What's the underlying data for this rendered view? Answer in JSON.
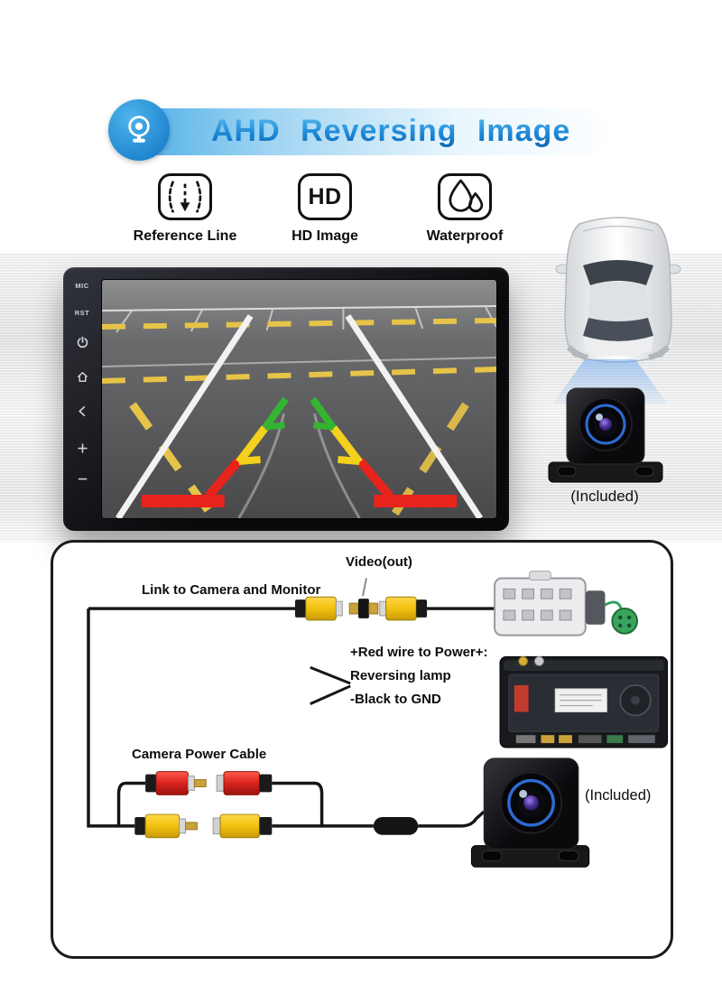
{
  "banner": {
    "title": "AHD Reversing Image"
  },
  "features": [
    {
      "label": "Reference Line"
    },
    {
      "label": "HD Image",
      "icon_text": "HD"
    },
    {
      "label": "Waterproof"
    }
  ],
  "head_unit": {
    "side_labels": [
      "MIC",
      "RST"
    ]
  },
  "top_camera": {
    "included_label": "(Included)"
  },
  "diagram": {
    "video_out_label": "Video(out)",
    "link_label": "Link to Camera and Monitor",
    "power_note_lines": [
      "+Red wire to Power+:",
      "Reversing lamp",
      "-Black to GND"
    ],
    "camera_power_label": "Camera Power Cable",
    "included_label": "(Included)"
  },
  "colors": {
    "banner_blue": "#1786d8",
    "guide_green": "#35b432",
    "guide_yellow": "#f3d11c",
    "guide_red": "#e8231c",
    "rca_yellow": "#f2c516",
    "rca_red": "#d8231d",
    "connector_green": "#3aa45c",
    "lens_ring_blue": "#2e6bd4"
  }
}
